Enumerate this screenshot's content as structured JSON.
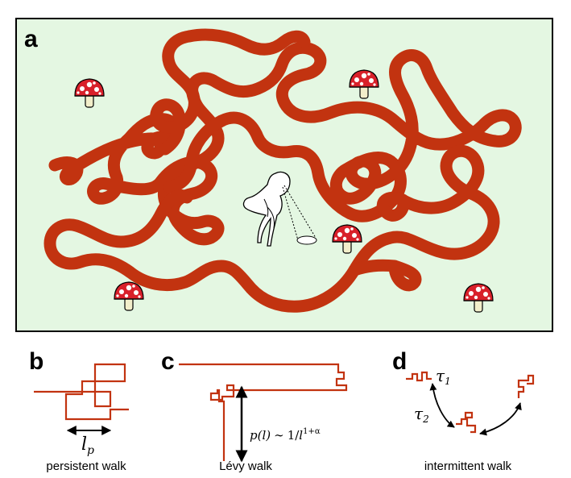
{
  "panels": {
    "a": {
      "letter": "a"
    },
    "b": {
      "letter": "b",
      "symbol": "l",
      "symbol_sub": "p",
      "caption": "persistent walk"
    },
    "c": {
      "letter": "c",
      "formula": {
        "p_l": "p(l)",
        "sim": "∼",
        "num": "1/",
        "l": "l",
        "exp": "1+α"
      },
      "caption": "Lévy walk"
    },
    "d": {
      "letter": "d",
      "tau1": "τ",
      "tau1_sub": "1",
      "tau2": "τ",
      "tau2_sub": "2",
      "caption": "intermittent walk"
    }
  },
  "colors": {
    "path": "#c23310",
    "background_a": "#e4f7e2",
    "mushroom_cap": "#d8202a",
    "mushroom_stem": "#f2eeca",
    "arrow": "#000000"
  },
  "icons": [
    "mushroom-icon",
    "searcher-figure-icon"
  ]
}
